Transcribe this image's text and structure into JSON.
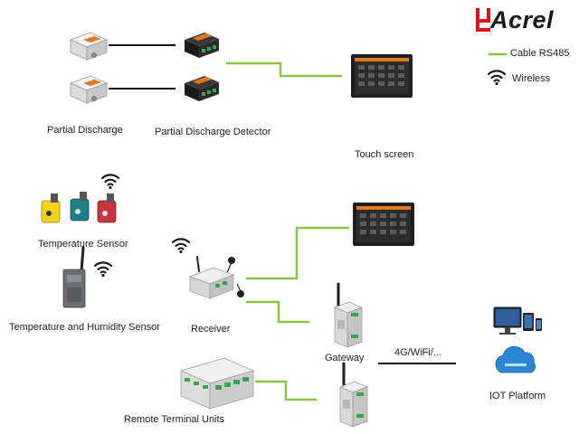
{
  "brand": {
    "name": "Acrel",
    "accent_color": "#d7141a",
    "text_color": "#1b1b1b"
  },
  "legend": {
    "cable_label": "Cable RS485",
    "cable_color": "#8cc63f",
    "wireless_label": "Wireless",
    "wireless_icon": "wifi-icon"
  },
  "devices": {
    "partial_discharge": "Partial Discharge",
    "partial_discharge_detector": "Partial Discharge Detector",
    "touch_screen": "Touch screen",
    "temperature_sensor": "Temperature Sensor",
    "temp_humidity_sensor": "Temperature and Humidity Sensor",
    "receiver": "Receiver",
    "gateway": "Gateway",
    "remote_terminal_units": "Remote Terminal Units",
    "iot_platform": "IOT Platform"
  },
  "links": {
    "uplink_label": "4G/WiFi/..."
  }
}
